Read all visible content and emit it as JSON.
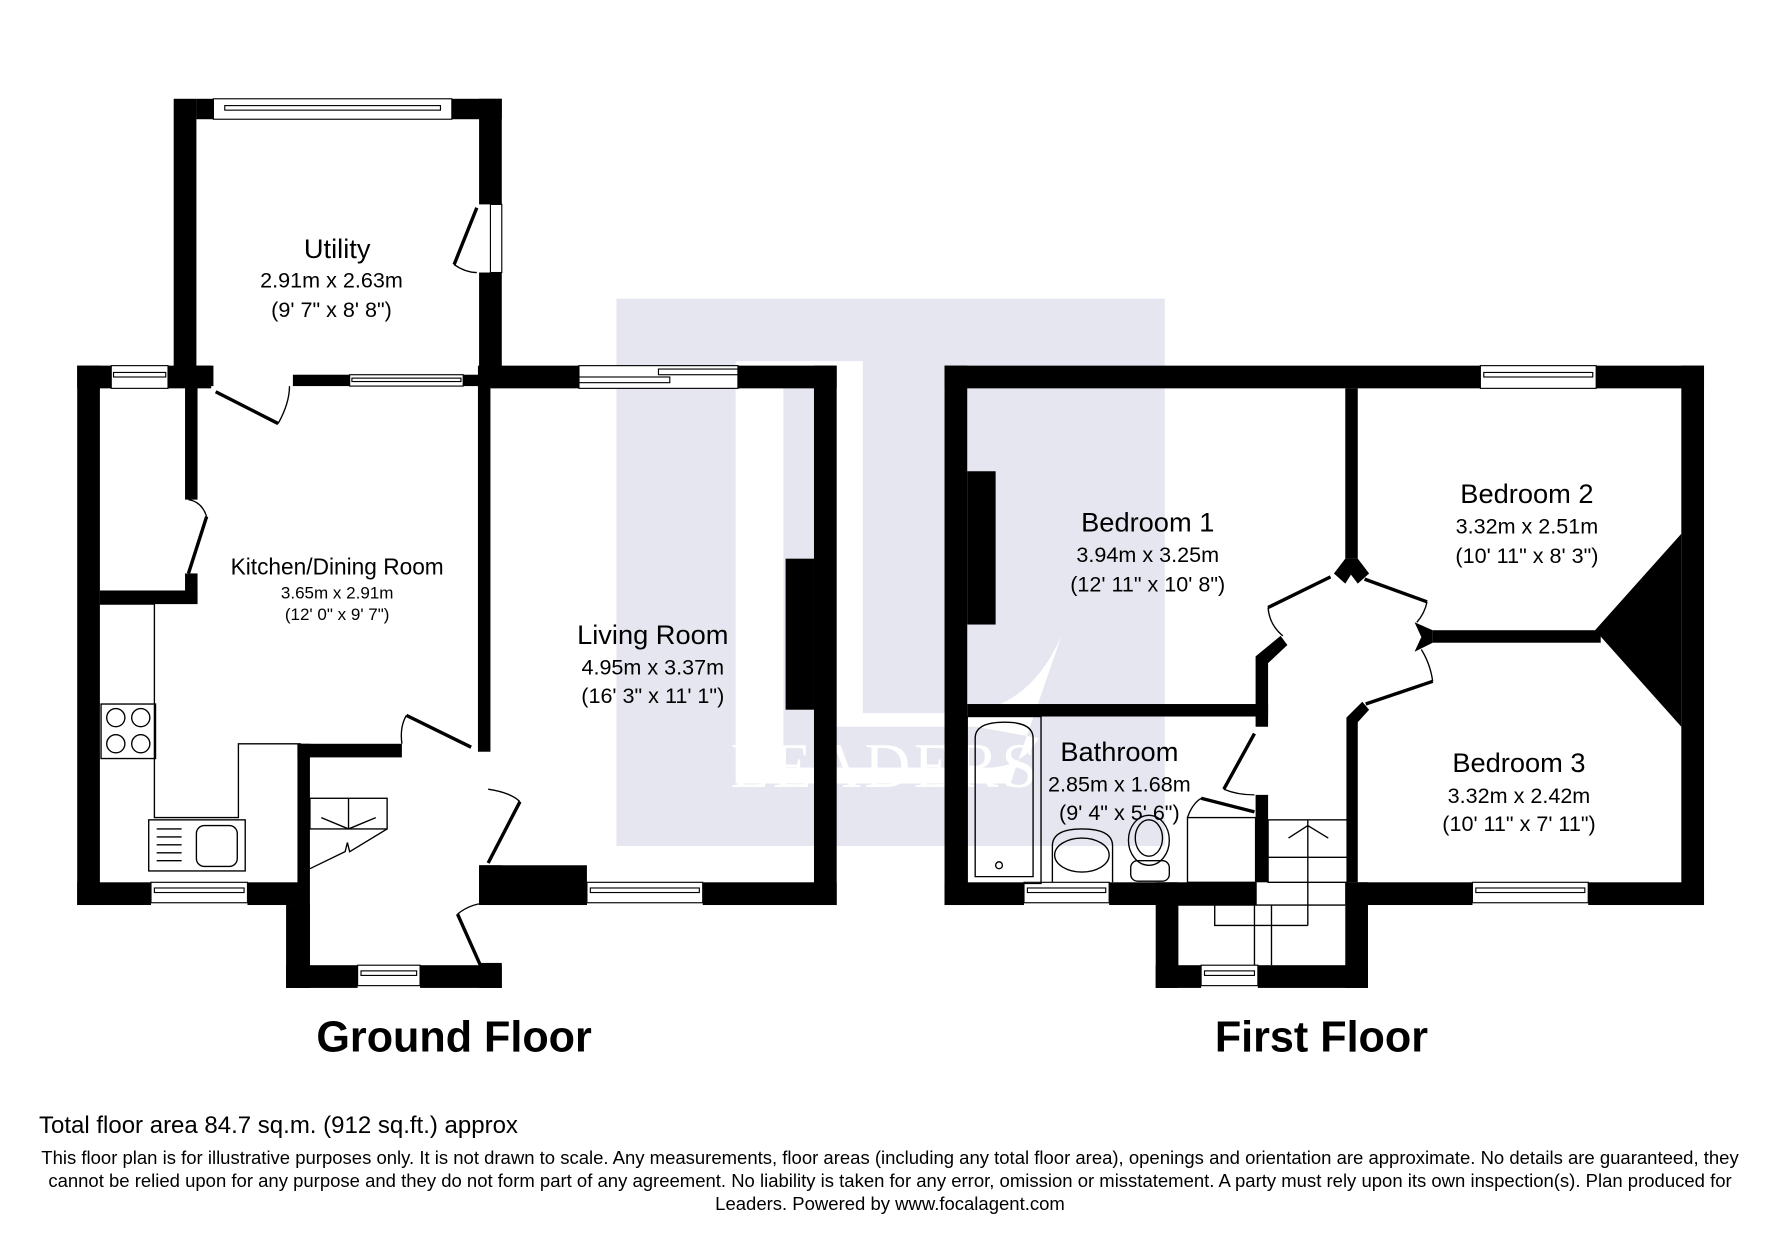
{
  "watermark": {
    "brand": "LEADERS",
    "background": "#e6e6f0"
  },
  "floors": [
    {
      "label": "Ground Floor",
      "rooms": [
        {
          "name": "Utility",
          "metric": "2.91m x 2.63m",
          "imperial": "(9' 7\" x 8' 8\")"
        },
        {
          "name": "Kitchen/Dining Room",
          "metric": "3.65m x 2.91m",
          "imperial": "(12' 0\" x 9' 7\")"
        },
        {
          "name": "Living Room",
          "metric": "4.95m x 3.37m",
          "imperial": "(16' 3\" x 11' 1\")"
        }
      ]
    },
    {
      "label": "First Floor",
      "rooms": [
        {
          "name": "Bedroom 1",
          "metric": "3.94m x 3.25m",
          "imperial": "(12' 11\" x 10' 8\")"
        },
        {
          "name": "Bedroom 2",
          "metric": "3.32m x 2.51m",
          "imperial": "(10' 11\" x 8' 3\")"
        },
        {
          "name": "Bedroom 3",
          "metric": "3.32m x 2.42m",
          "imperial": "(10' 11\" x 7' 11\")"
        },
        {
          "name": "Bathroom",
          "metric": "2.85m x 1.68m",
          "imperial": "(9' 4\" x 5' 6\")"
        }
      ]
    }
  ],
  "footer": {
    "total_area": "Total floor area 84.7 sq.m. (912 sq.ft.) approx",
    "disclaimer": "This floor plan is for illustrative purposes only. It is not drawn to scale. Any measurements, floor areas (including any total floor area), openings and orientation are approximate. No details are guaranteed, they cannot be relied upon for any purpose and they do not form part of any agreement. No liability is taken for any error, omission or misstatement. A party must rely upon its own inspection(s). Plan produced for Leaders. Powered by www.focalagent.com"
  }
}
